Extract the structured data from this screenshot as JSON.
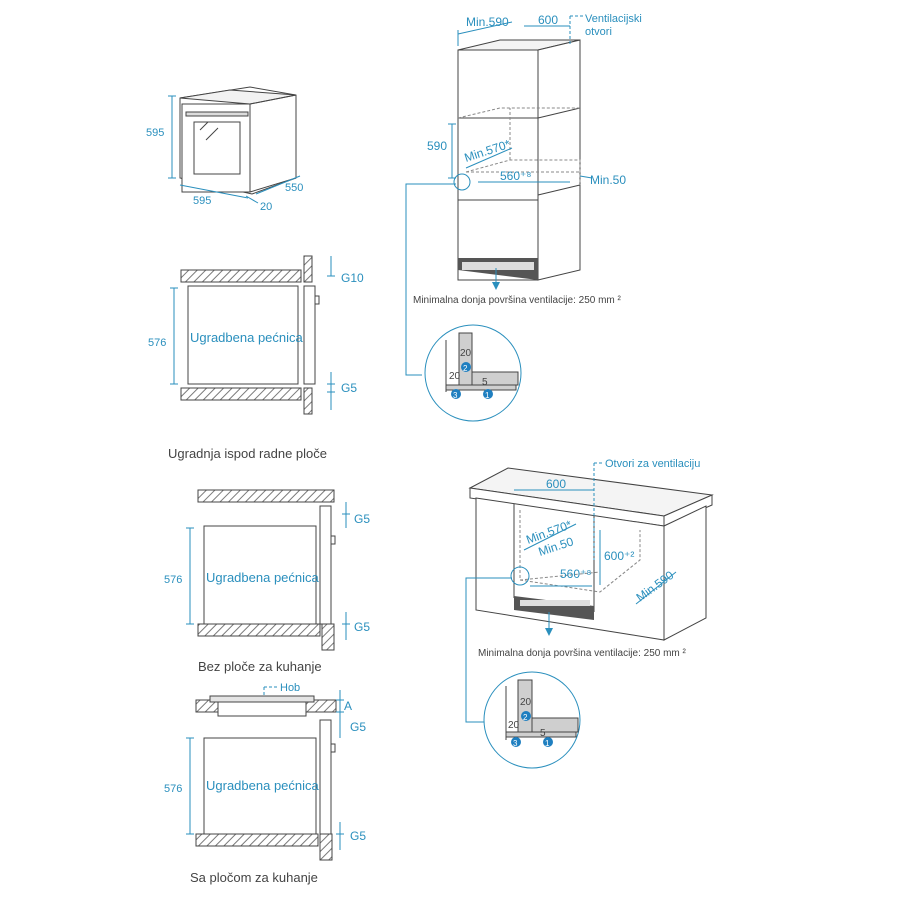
{
  "oven_3d": {
    "height": "595",
    "width": "595",
    "depth": "550",
    "door": "20"
  },
  "column": {
    "width_min": "Min.590",
    "width": "600",
    "vent_label_1": "Ventilacijski",
    "vent_label_2": "otvori",
    "niche_height": "590",
    "depth_min": "Min.570*",
    "inner_depth": "560⁺⁸",
    "side_min": "Min.50",
    "vent_note": "Minimalna donja površina ventilacije: 250 mm ²",
    "detail": {
      "d20a": "20",
      "d20b": "20",
      "d5": "5",
      "n1": "1",
      "n2": "2",
      "n3": "3"
    }
  },
  "section_top": {
    "height": "576",
    "label": "Ugradbena pećnica",
    "gap_top": "G10",
    "gap_bottom": "G5"
  },
  "under_counter_title": "Ugradnja ispod radne ploče",
  "section_no_hob": {
    "height": "576",
    "label": "Ugradbena pećnica",
    "gap_top": "G5",
    "gap_bottom": "G5",
    "caption": "Bez ploče za kuhanje"
  },
  "section_hob": {
    "hob_label": "Hob",
    "gap_a": "A",
    "height": "576",
    "label": "Ugradbena pećnica",
    "gap_top": "G5",
    "gap_bottom": "G5",
    "caption": "Sa pločom za kuhanje"
  },
  "counter": {
    "vent_label": "Otvori za ventilaciju",
    "width": "600",
    "depth_min": "Min.570*",
    "side_min": "Min.50",
    "height": "600⁺²",
    "inner_depth": "560⁺⁸",
    "width_min": "Min.590",
    "vent_note": "Minimalna donja površina ventilacije: 250 mm ²",
    "detail": {
      "d20a": "20",
      "d20b": "20",
      "d5": "5",
      "n1": "1",
      "n2": "2",
      "n3": "3"
    }
  },
  "colors": {
    "accent": "#2a8fbd",
    "line": "#444444",
    "hatch": "#999999",
    "badge": "#1f7fc0"
  }
}
